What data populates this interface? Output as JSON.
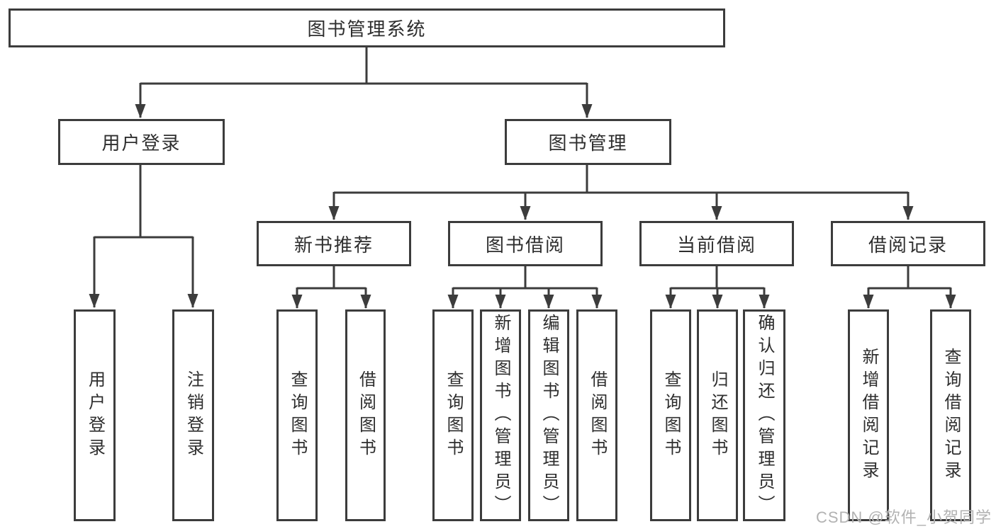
{
  "title": "图书管理系统",
  "watermark": "CSDN @软件_小贺同学",
  "colors": {
    "line": "#3c3c3c",
    "text": "#2e2e2e",
    "box_background": "#ffffff",
    "watermark": "#b2b2b2"
  },
  "tree": {
    "label": "图书管理系统",
    "children": [
      {
        "label": "用户登录",
        "children": [
          {
            "label": "用户登录"
          },
          {
            "label": "注销登录"
          }
        ]
      },
      {
        "label": "图书管理",
        "children": [
          {
            "label": "新书推荐",
            "children": [
              {
                "label": "查询图书"
              },
              {
                "label": "借阅图书"
              }
            ]
          },
          {
            "label": "图书借阅",
            "children": [
              {
                "label": "查询图书"
              },
              {
                "label": "新增图书（管理员）"
              },
              {
                "label": "编辑图书（管理员）"
              },
              {
                "label": "借阅图书"
              }
            ]
          },
          {
            "label": "当前借阅",
            "children": [
              {
                "label": "查询图书"
              },
              {
                "label": "归还图书"
              },
              {
                "label": "确认归还（管理员）"
              }
            ]
          },
          {
            "label": "借阅记录",
            "children": [
              {
                "label": "新增借阅记录"
              },
              {
                "label": "查询借阅记录"
              }
            ]
          }
        ]
      }
    ]
  }
}
